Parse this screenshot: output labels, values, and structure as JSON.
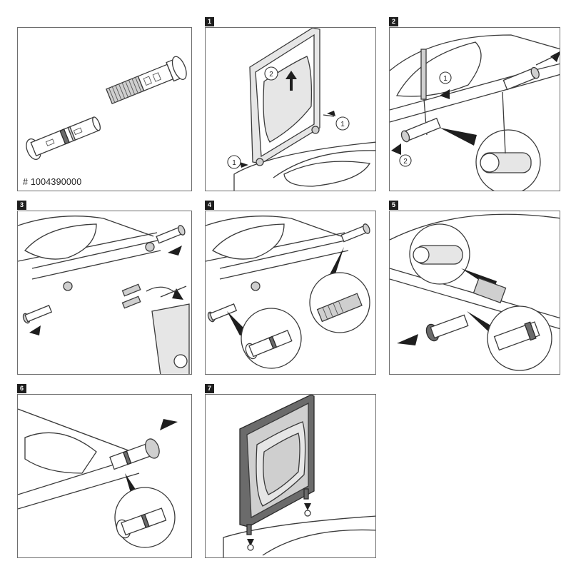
{
  "part_number": "# 1004390000",
  "steps": [
    {
      "number": "1",
      "callouts": [
        "2",
        "1",
        "1"
      ]
    },
    {
      "number": "2",
      "callouts": [
        "1",
        "2"
      ]
    },
    {
      "number": "3"
    },
    {
      "number": "4"
    },
    {
      "number": "5"
    },
    {
      "number": "6"
    },
    {
      "number": "7"
    }
  ]
}
